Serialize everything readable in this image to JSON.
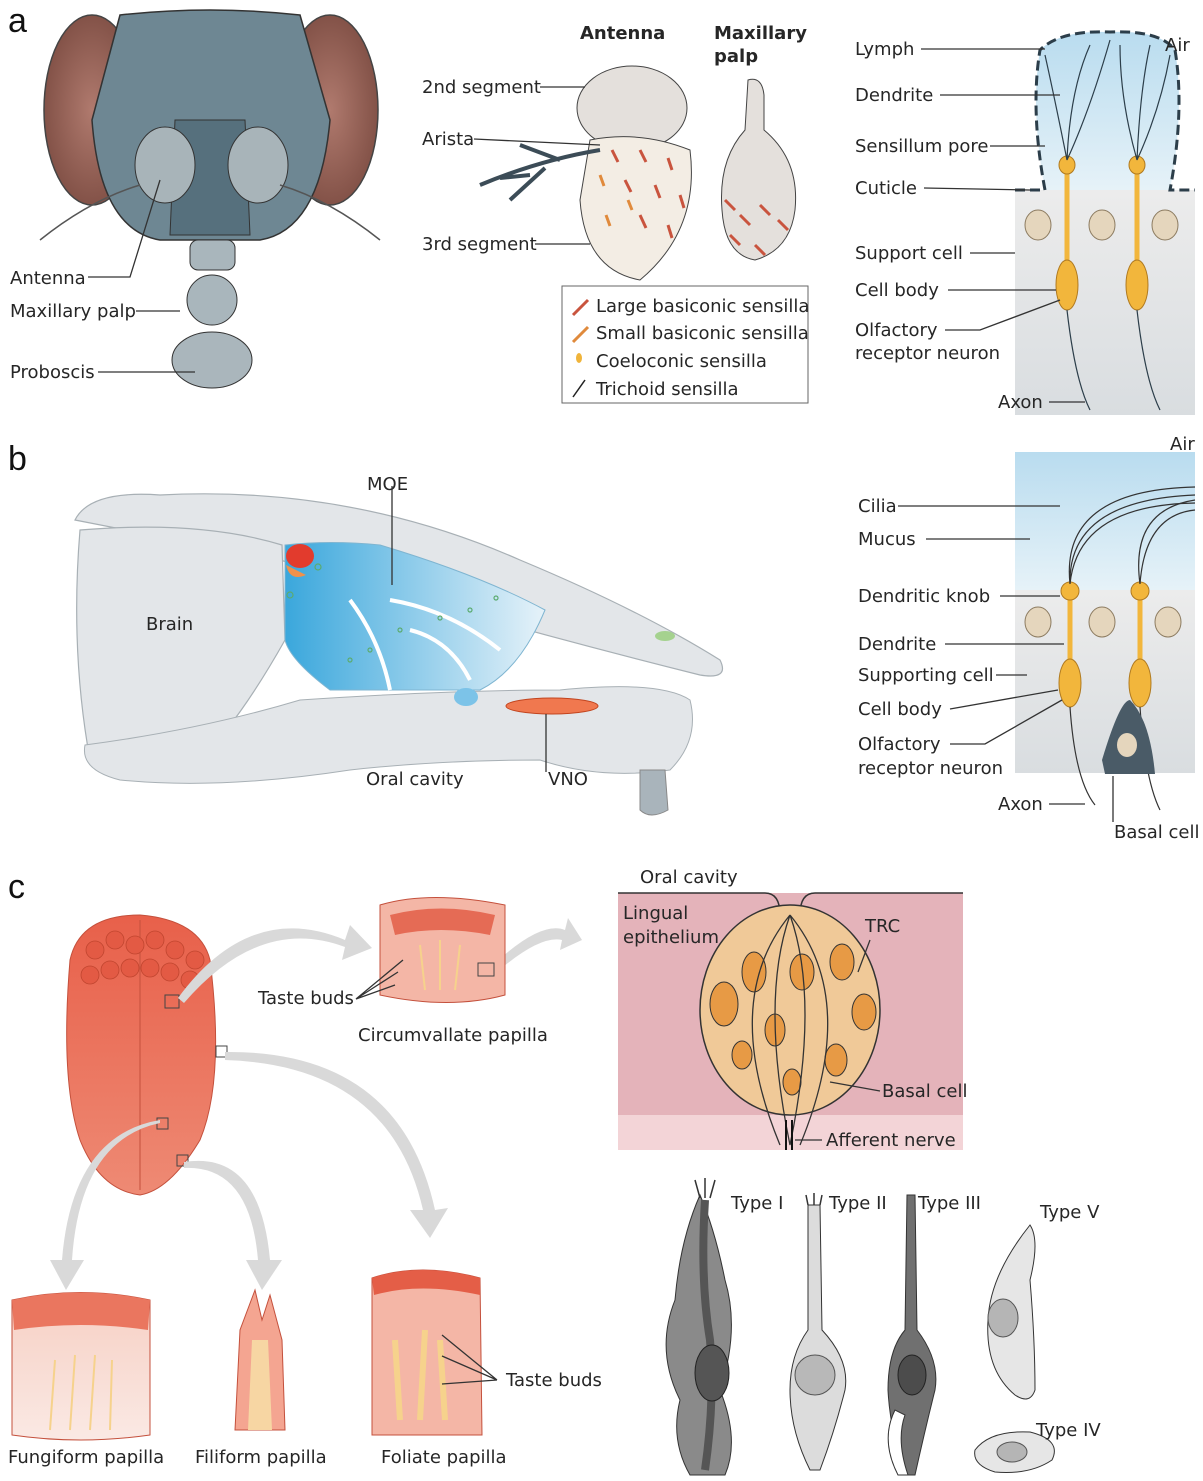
{
  "panels": {
    "a": "a",
    "b": "b",
    "c": "c"
  },
  "panel_a": {
    "head_labels": {
      "antenna": "Antenna",
      "maxillary_palp": "Maxillary palp",
      "proboscis": "Proboscis"
    },
    "organs": {
      "antenna_title": "Antenna",
      "maxpalp_title_1": "Maxillary",
      "maxpalp_title_2": "palp",
      "second_segment": "2nd segment",
      "arista": "Arista",
      "third_segment": "3rd segment"
    },
    "legend": [
      {
        "label": "Large basiconic sensilla",
        "color": "#c9543e"
      },
      {
        "label": "Small basiconic sensilla",
        "color": "#e08a3c"
      },
      {
        "label": "Coeloconic sensilla",
        "color": "#f0b43a"
      },
      {
        "label": "Trichoid sensilla",
        "color": "#222222"
      }
    ],
    "sensillum": {
      "air": "Air",
      "lymph": "Lymph",
      "dendrite": "Dendrite",
      "pore": "Sensillum pore",
      "cuticle": "Cuticle",
      "support_cell": "Support cell",
      "cell_body": "Cell body",
      "orn_1": "Olfactory",
      "orn_2": "receptor neuron",
      "axon": "Axon"
    }
  },
  "panel_b": {
    "moe": "MOE",
    "brain": "Brain",
    "oral_cavity": "Oral cavity",
    "vno": "VNO",
    "epithelium": {
      "air": "Air",
      "cilia": "Cilia",
      "mucus": "Mucus",
      "knob": "Dendritic knob",
      "dendrite": "Dendrite",
      "supporting_cell": "Supporting cell",
      "cell_body": "Cell body",
      "orn_1": "Olfactory",
      "orn_2": "receptor neuron",
      "axon": "Axon",
      "basal_cell": "Basal cell"
    }
  },
  "panel_c": {
    "taste_buds_top": "Taste buds",
    "circumvallate": "Circumvallate papilla",
    "taste_buds_side": "Taste buds",
    "fungiform": "Fungiform papilla",
    "filiform": "Filiform papilla",
    "foliate": "Foliate papilla",
    "bud": {
      "oral_cavity": "Oral cavity",
      "lingual_1": "Lingual",
      "lingual_2": "epithelium",
      "trc": "TRC",
      "basal_cell": "Basal cell",
      "afferent": "Afferent nerve"
    },
    "types": {
      "t1": "Type I",
      "t2": "Type II",
      "t3": "Type III",
      "t4": "Type IV",
      "t5": "Type V"
    }
  },
  "colors": {
    "neuron": "#f2b63c",
    "air": "#cfe6f4",
    "tissue": "#e3e6e9",
    "tongue": "#e8705a"
  }
}
